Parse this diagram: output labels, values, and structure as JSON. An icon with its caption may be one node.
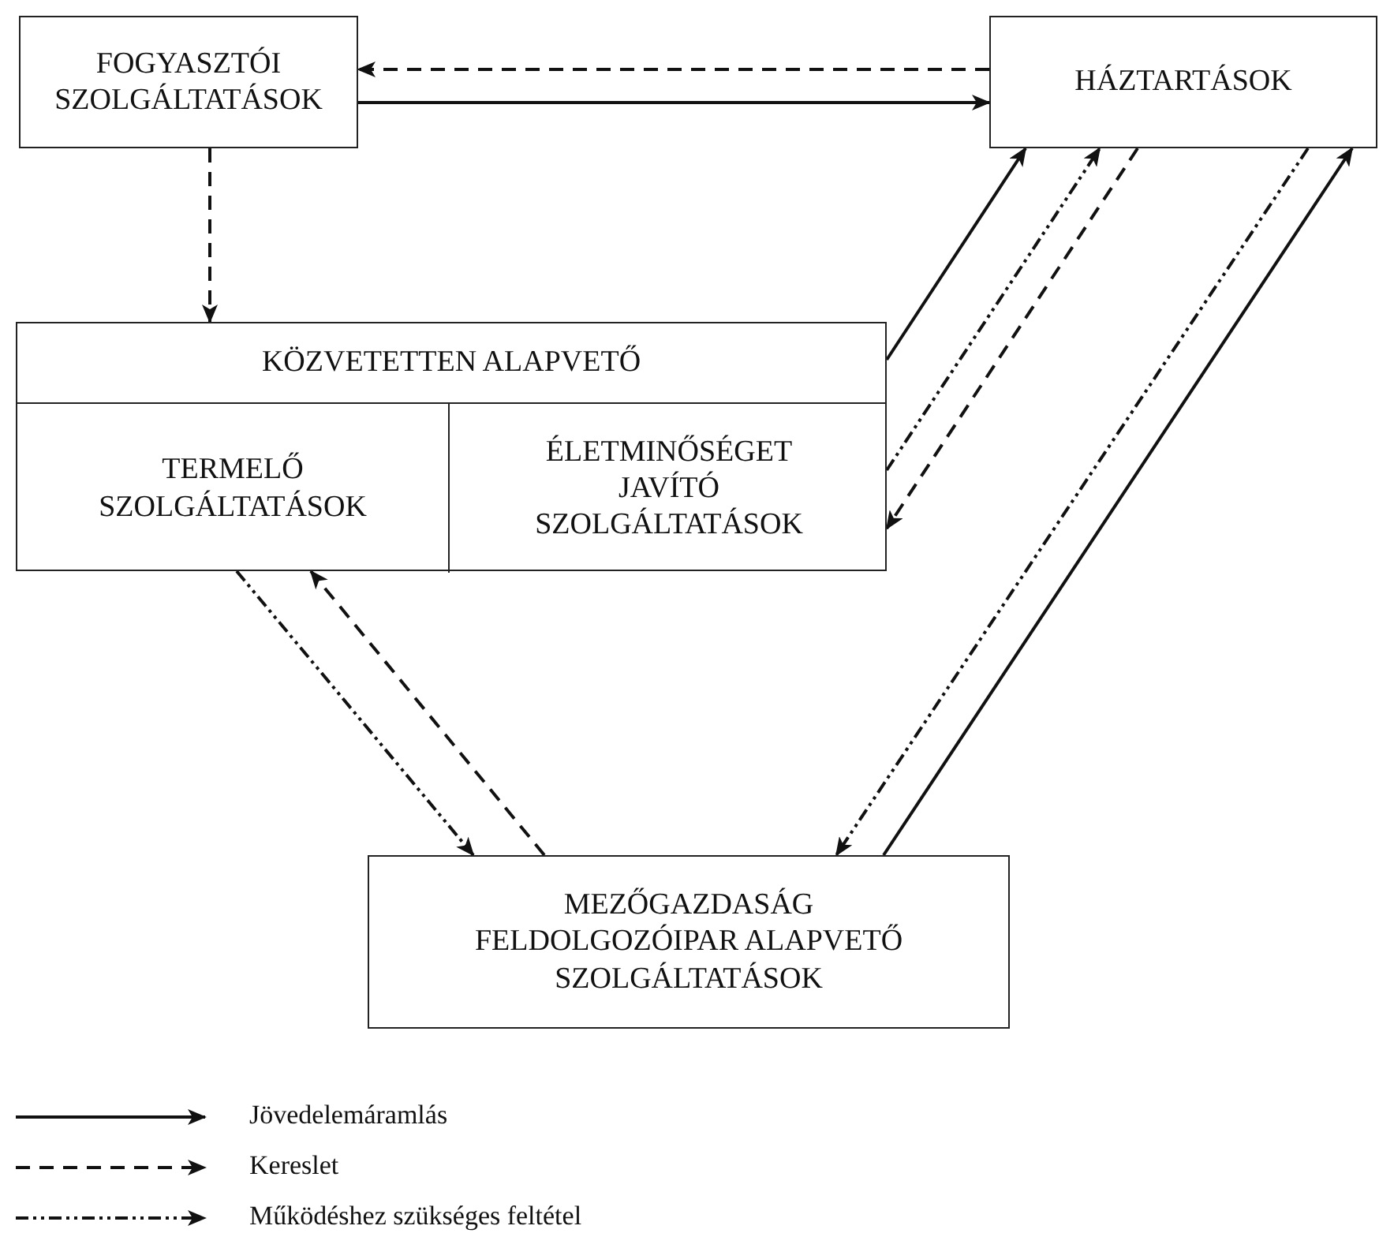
{
  "diagram": {
    "nodes": [
      {
        "text": [
          "FOGYASZTÓI SZOLGÁLTATÁSOK"
        ]
      },
      {
        "text": [
          "HÁZTARTÁSOK"
        ]
      },
      {
        "text": [
          "KÖZVETETTEN ALAPVETŐ"
        ]
      },
      {
        "text": [
          "TERMELŐ SZOLGÁLTATÁSOK"
        ],
        "in": 2
      },
      {
        "text": [
          "ÉLETMINŐSÉGET JAVÍTÓ SZOLGÁLTATÁSOK"
        ],
        "in": 2
      },
      {
        "text": [
          "MEZŐGAZDASÁG FELDOLGOZÓIPAR ALAPVETŐ SZOLGÁLTATÁSOK"
        ]
      }
    ],
    "edges": [
      {
        "from": 1,
        "to": 0,
        "arrow": "to",
        "style": "dashed"
      },
      {
        "from": 0,
        "to": 1,
        "arrow": "to"
      },
      {
        "from": 0,
        "to": 2,
        "arrow": "to",
        "style": "dashed"
      },
      {
        "from": 2,
        "to": 1,
        "arrow": "to"
      },
      {
        "from": 4,
        "to": 1,
        "arrow": "to",
        "style": "dashed"
      },
      {
        "from": 1,
        "to": 4,
        "arrow": "to",
        "style": "dashed"
      },
      {
        "from": 1,
        "to": 5,
        "arrow": "to",
        "style": "dashed"
      },
      {
        "from": 5,
        "to": 1,
        "arrow": "to"
      },
      {
        "from": 3,
        "to": 5,
        "arrow": "to",
        "style": "dashed"
      },
      {
        "from": 5,
        "to": 3,
        "arrow": "to",
        "style": "dashed"
      }
    ],
    "legend": [
      {
        "text": "Jövedelemáramlás"
      },
      {
        "text": "Kereslet"
      },
      {
        "text": "Működéshez szükséges feltétel"
      }
    ]
  }
}
